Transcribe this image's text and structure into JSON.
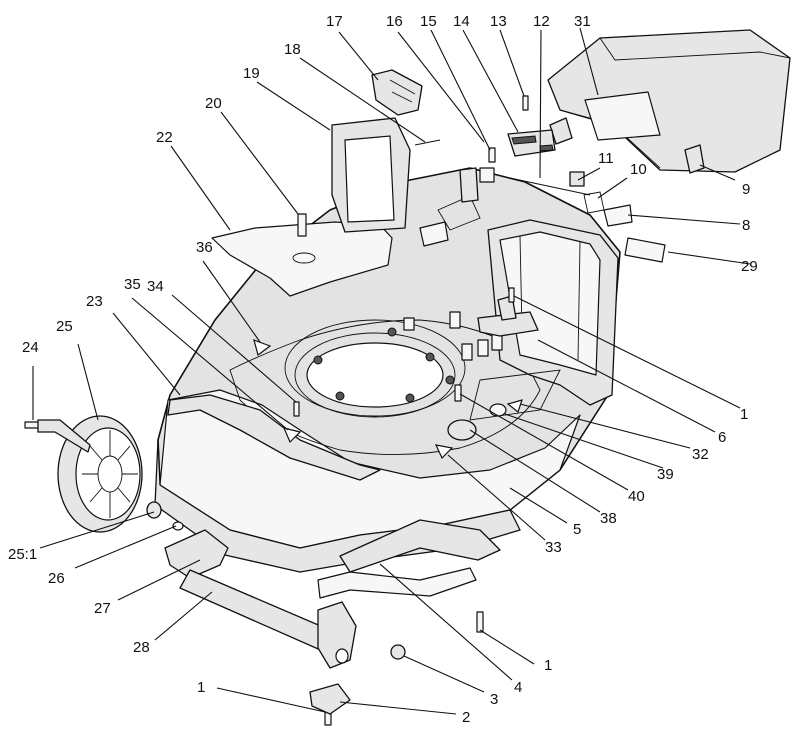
{
  "diagram": {
    "callouts": {
      "c17": "17",
      "c16": "16",
      "c15": "15",
      "c14": "14",
      "c13": "13",
      "c12": "12",
      "c31": "31",
      "c18": "18",
      "c19": "19",
      "c20": "20",
      "c22": "22",
      "c11": "11",
      "c10": "10",
      "c9": "9",
      "c8": "8",
      "c29": "29",
      "c36": "36",
      "c34": "34",
      "c35": "35",
      "c23": "23",
      "c25": "25",
      "c24": "24",
      "c1a": "1",
      "c6": "6",
      "c32": "32",
      "c39": "39",
      "c40": "40",
      "c38": "38",
      "c5": "5",
      "c33": "33",
      "c25_1": "25:1",
      "c26": "26",
      "c27": "27",
      "c28": "28",
      "c1b": "1",
      "c4": "4",
      "c3": "3",
      "c1c": "1",
      "c2": "2"
    }
  }
}
